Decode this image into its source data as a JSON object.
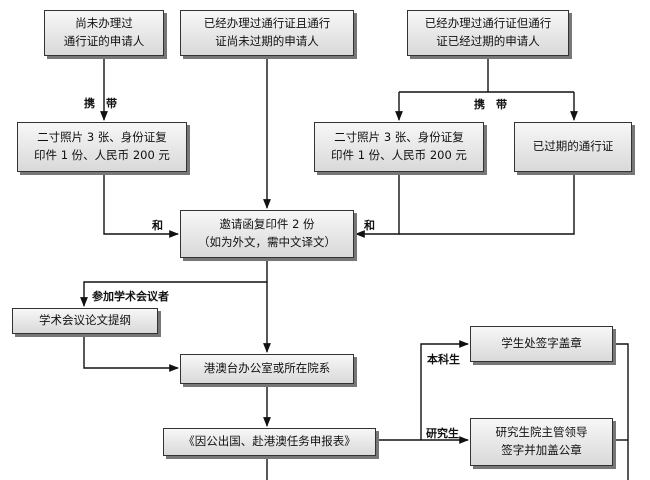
{
  "boxes": {
    "not_applied": "尚未办理过\n通行证的申请人",
    "has_unexpired": "已经办理过通行证且通行\n证尚未过期的申请人",
    "has_expired": "已经办理过通行证但通行\n证已经过期的申请人",
    "docs_left": "二寸照片 3 张、身份证复\n印件 1 份、人民币 200 元",
    "docs_right": "二寸照片 3 张、身份证复\n印件 1 份、人民币 200 元",
    "expired_permit": "已过期的通行证",
    "invitation": "邀请函复印件 2 份\n（如为外文，需中文译文）",
    "paper_outline": "学术会议论文提纲",
    "office": "港澳台办公室或所在院系",
    "task_form": "《因公出国、赴港澳任务申报表》",
    "student_office": "学生处签字盖章",
    "grad_school": "研究生院主管领导\n签字并加盖公章"
  },
  "labels": {
    "carry_left": "携　带",
    "carry_right": "携　带",
    "and_left": "和",
    "and_right": "和",
    "conference": "参加学术会议者",
    "undergrad": "本科生",
    "graduate": "研究生"
  }
}
